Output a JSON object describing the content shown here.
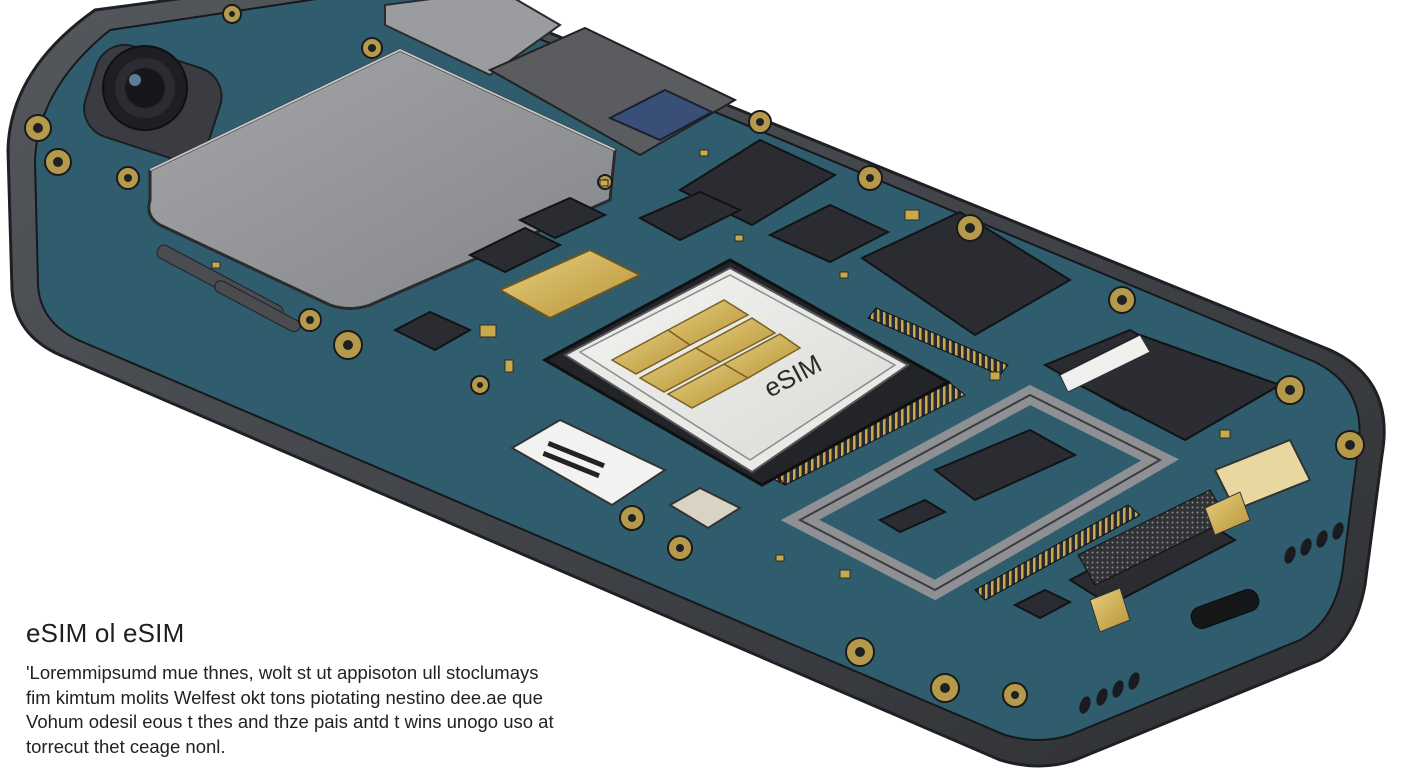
{
  "caption": {
    "title": "eSIM ol eSIM",
    "lines": [
      "'Loremmipsumd mue thnes, wolt st ut appisoton ull stoclumays",
      "fim kimtum molits Welfest okt tons piotating nestino dee.ae que",
      "Vohum odesil eous t thes and thze pais antd t wins unogo uso at",
      "torrecut thet ceage nonl."
    ]
  },
  "chip": {
    "label": "eSIM"
  },
  "colors": {
    "frame": "#3a3c40",
    "board": "#2f5d6e",
    "shield": "#8e9093",
    "gold": "#c9a94a",
    "chip_dark": "#2a2c31"
  }
}
